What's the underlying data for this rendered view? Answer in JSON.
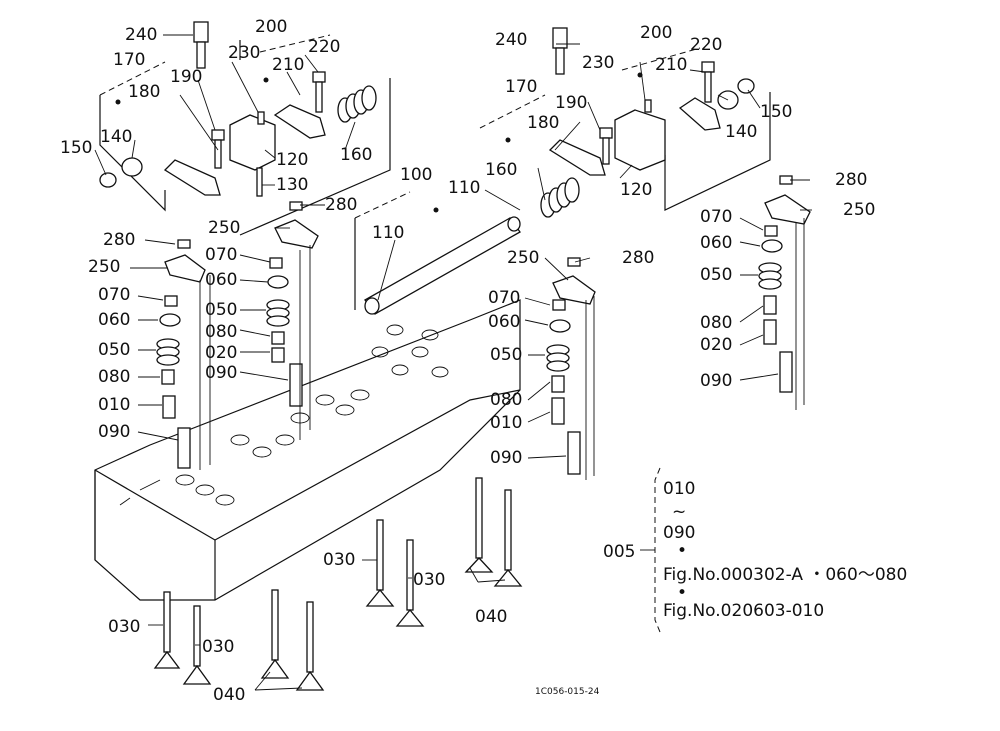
{
  "part_labels": {
    "p240a": "240",
    "p200a": "200",
    "p230a": "230",
    "p220a": "220",
    "p210a": "210",
    "p170a": "170",
    "p190a": "190",
    "p180a": "180",
    "p140a": "140",
    "p150a": "150",
    "p120a": "120",
    "p160a": "160",
    "p130a": "130",
    "p280a": "280",
    "p250a": "250",
    "p280b": "280",
    "p250b": "250",
    "p070a": "070",
    "p060a": "060",
    "p050a": "050",
    "p080a": "080",
    "p020a": "020",
    "p090a": "090",
    "p070b": "070",
    "p060b": "060",
    "p050b": "050",
    "p080b": "080",
    "p010a": "010",
    "p090b": "090",
    "p100": "100",
    "p110a": "110",
    "p110b": "110",
    "p240b": "240",
    "p200b": "200",
    "p230b": "230",
    "p220b": "220",
    "p210b": "210",
    "p170b": "170",
    "p190b": "190",
    "p180b": "180",
    "p160b": "160",
    "p120b": "120",
    "p150b": "150",
    "p140b": "140",
    "p250c": "250",
    "p280c": "280",
    "p070c": "070",
    "p060c": "060",
    "p050c": "050",
    "p080c": "080",
    "p010b": "010",
    "p090c": "090",
    "p280d": "280",
    "p250d": "250",
    "p070d": "070",
    "p060d": "060",
    "p050d": "050",
    "p080d": "080",
    "p020b": "020",
    "p090d": "090",
    "p030a": "030",
    "p030b": "030",
    "p030c": "030",
    "p030d": "030",
    "p040a": "040",
    "p040b": "040"
  },
  "reference_note": {
    "code": "005",
    "range_start": "010",
    "tilde": "~",
    "range_end": "090",
    "bullet": "•",
    "line1": "Fig.No.000302-A ・060～080",
    "line2": "Fig.No.020603-010"
  },
  "figure_code": "1C056-015-24"
}
